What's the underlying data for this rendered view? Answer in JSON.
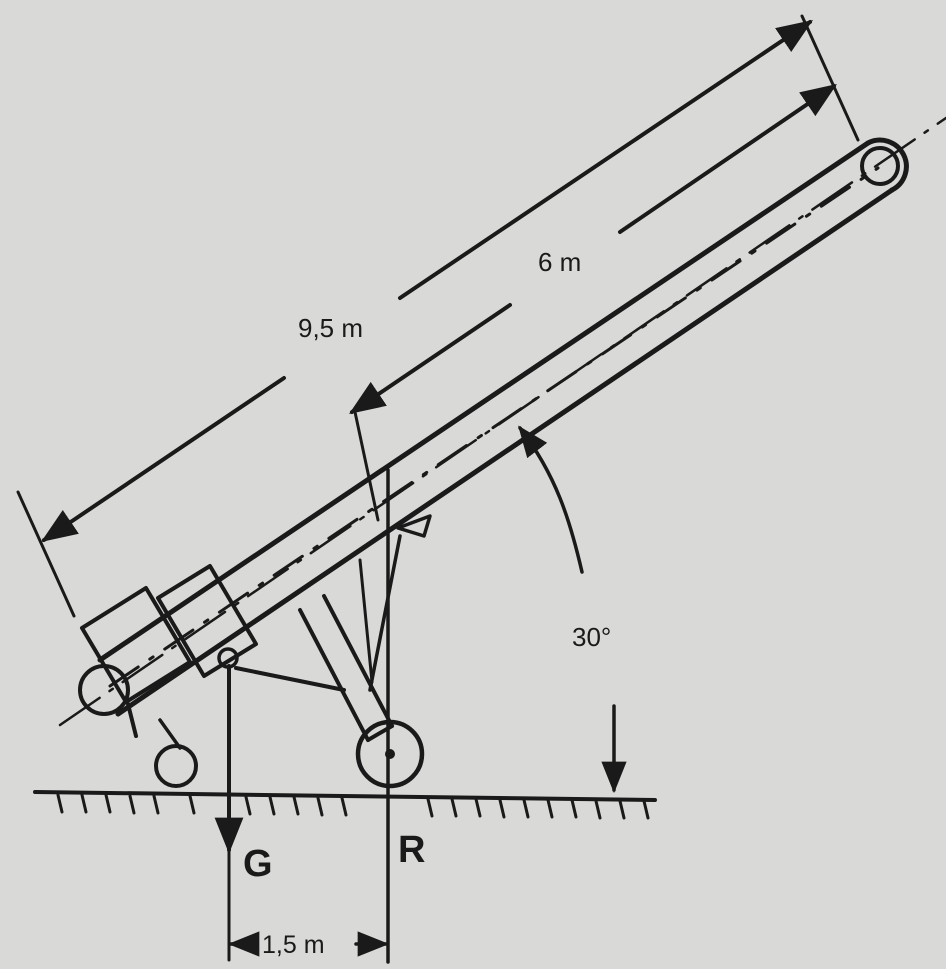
{
  "diagram": {
    "label_conveyor_length": "9,5 m",
    "label_support_distance": "6 m",
    "label_angle": "30°",
    "label_weight": "G",
    "label_reaction": "R",
    "label_base_distance": "1,5 m"
  },
  "colors": {
    "background": "#d9d9d7",
    "ink": "#1a1a1a"
  }
}
